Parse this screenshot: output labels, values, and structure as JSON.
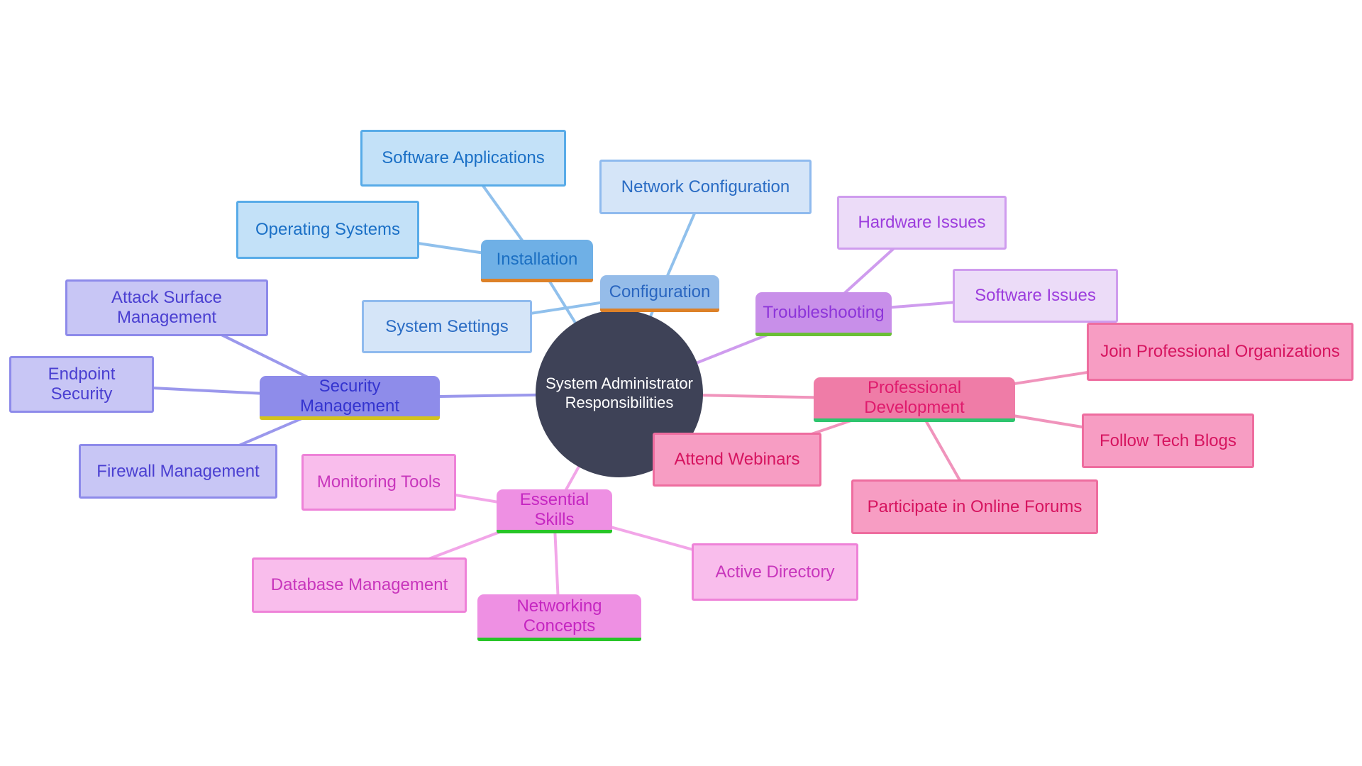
{
  "diagram": {
    "type": "mind-map",
    "center_label": "System Administrator Responsibilities",
    "branches": [
      {
        "label": "Installation",
        "underline_color": "#dd8128",
        "children": [
          "Software Applications",
          "Operating Systems"
        ]
      },
      {
        "label": "Configuration",
        "underline_color": "#dd8128",
        "children": [
          "Network Configuration",
          "System Settings"
        ]
      },
      {
        "label": "Troubleshooting",
        "underline_color": "#6abf35",
        "children": [
          "Hardware Issues",
          "Software Issues"
        ]
      },
      {
        "label": "Professional Development",
        "underline_color": "#2dc56e",
        "children": [
          "Join Professional Organizations",
          "Follow Tech Blogs",
          "Attend Webinars",
          "Participate in Online Forums"
        ]
      },
      {
        "label": "Security Management",
        "underline_color": "#d3c31c",
        "children": [
          "Attack Surface Management",
          "Endpoint Security",
          "Firewall Management"
        ]
      },
      {
        "label": "Essential Skills",
        "underline_color": "#28c528",
        "children": [
          "Monitoring Tools",
          "Database Management",
          "Networking Concepts",
          "Active Directory"
        ]
      }
    ]
  },
  "nodes": {
    "center_line1": "System Administrator",
    "center_line2": "Responsibilities",
    "installation": "Installation",
    "software_applications": "Software Applications",
    "operating_systems": "Operating Systems",
    "configuration": "Configuration",
    "network_configuration": "Network Configuration",
    "system_settings": "System Settings",
    "troubleshooting": "Troubleshooting",
    "hardware_issues": "Hardware Issues",
    "software_issues": "Software Issues",
    "professional_development": "Professional Development",
    "join_professional_organizations": "Join Professional Organizations",
    "follow_tech_blogs": "Follow Tech Blogs",
    "attend_webinars": "Attend Webinars",
    "participate_in_online_forums": "Participate in Online Forums",
    "security_management": "Security Management",
    "attack_surface_management": "Attack Surface Management",
    "endpoint_security": "Endpoint Security",
    "firewall_management": "Firewall Management",
    "essential_skills": "Essential Skills",
    "monitoring_tools": "Monitoring Tools",
    "database_management": "Database Management",
    "networking_concepts": "Networking Concepts",
    "active_directory": "Active Directory"
  },
  "colors": {
    "background": "#ffffff",
    "center_fill": "#3e4257",
    "center_text": "#ffffff",
    "installation_fill": "#6fb0e6",
    "installation_leaf_fill": "#c3e1f8",
    "configuration_fill": "#95bce9",
    "configuration_leaf_fill": "#d5e5f8",
    "orange_underline": "#dd8128",
    "troubleshooting_fill": "#c88fe9",
    "troubleshooting_leaf_fill": "#ecdcf8",
    "lime_underline": "#6abf35",
    "professional_fill": "#ef7ca7",
    "professional_leaf_fill": "#f79dc3",
    "green_underline": "#2dc56e",
    "security_fill": "#8e8cea",
    "security_leaf_fill": "#c8c6f5",
    "yellow_underline": "#d3c31c",
    "skills_fill": "#ee90e3",
    "skills_leaf_fill": "#f9bdec",
    "bright_green_underline": "#28c528"
  }
}
